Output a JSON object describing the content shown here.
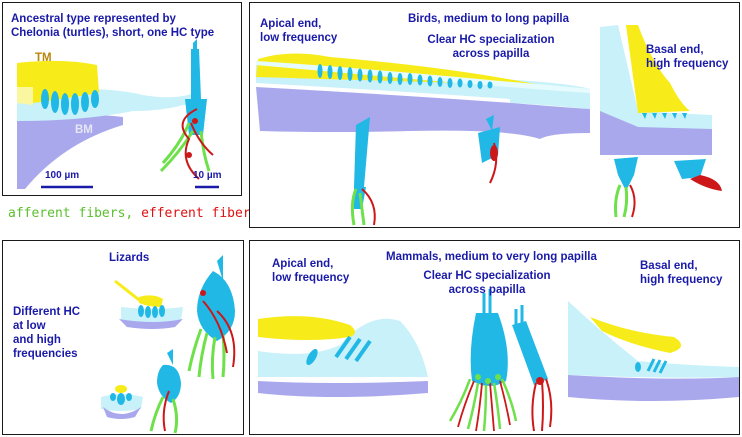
{
  "colors": {
    "tectorial": "#f7ec1a",
    "hair_cell": "#22b8e6",
    "papilla": "#c9f1f9",
    "basilar": "#a9a8ec",
    "afferent": "#6ee04a",
    "efferent": "#cc1818",
    "label": "#1a1aa8"
  },
  "turtle": {
    "title_lines": [
      "Ancestral type represented by",
      "Chelonia (turtles), short, one HC type"
    ],
    "tm_label": "TM",
    "bm_label": "BM",
    "scale_left": "100 µm",
    "scale_right": "10 µm"
  },
  "legend": {
    "afferent": "afferent fibers,",
    "efferent": "efferent fibers"
  },
  "birds": {
    "title": "Birds, medium to long papilla",
    "apical_lines": [
      "Apical end,",
      "low frequency"
    ],
    "specialization_lines": [
      "Clear HC specialization",
      "across papilla"
    ],
    "basal_lines": [
      "Basal end,",
      "high frequency"
    ]
  },
  "lizards": {
    "title": "Lizards",
    "desc_lines": [
      "Different HC",
      "at low",
      "and high",
      "frequencies"
    ]
  },
  "mammals": {
    "title": "Mammals, medium to very long papilla",
    "apical_lines": [
      "Apical end,",
      "low frequency"
    ],
    "specialization_lines": [
      "Clear HC specialization",
      "across papilla"
    ],
    "basal_lines": [
      "Basal end,",
      "high frequency"
    ]
  }
}
